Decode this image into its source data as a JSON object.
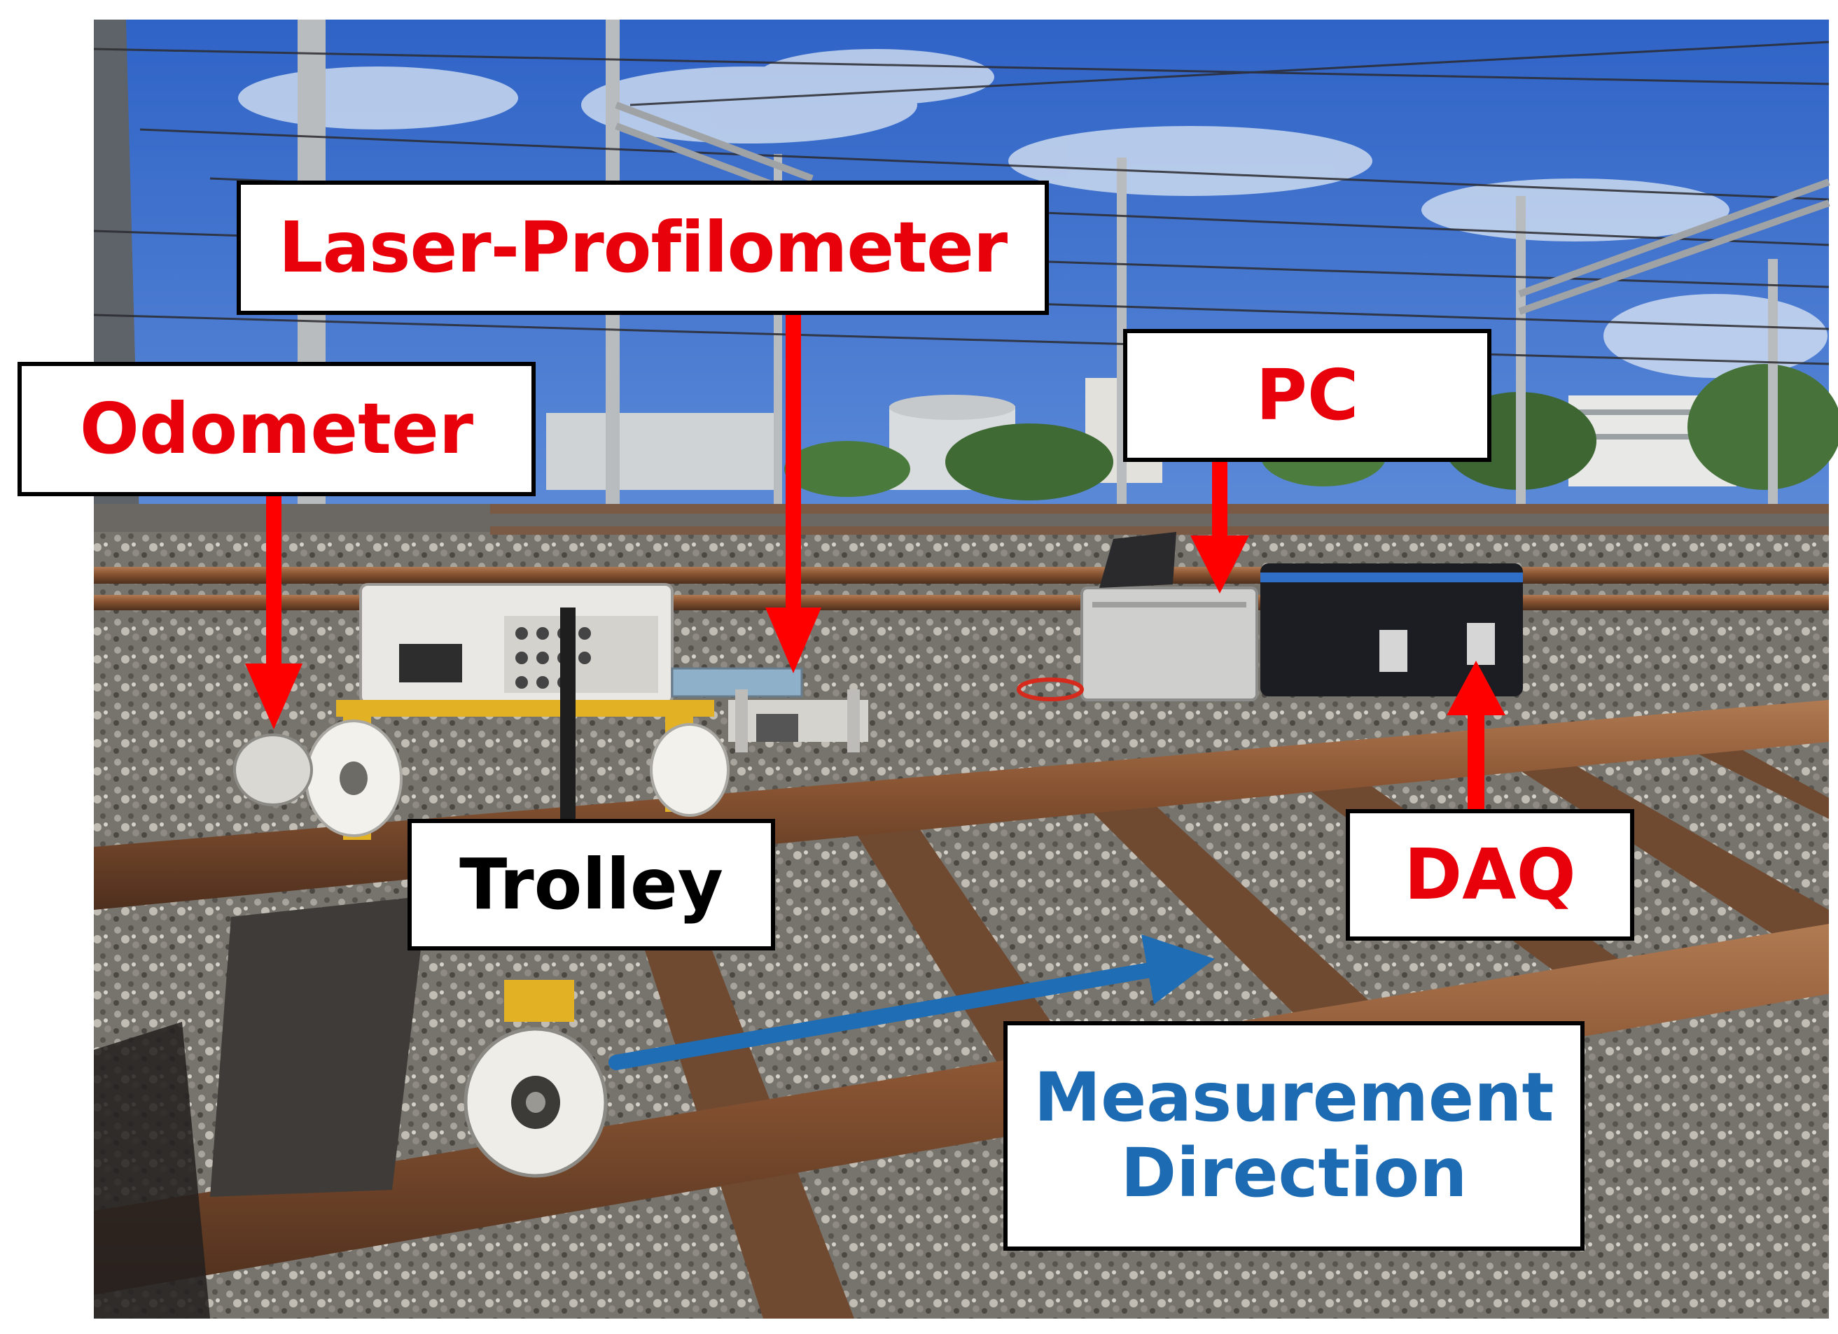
{
  "colors": {
    "label_red": "#e8000b",
    "label_blue": "#1d6cb3",
    "arrow_red": "#ff0000",
    "arrow_blue": "#1f6db4"
  },
  "labels": {
    "laser_profilometer": "Laser-Profilometer",
    "odometer": "Odometer",
    "pc": "PC",
    "trolley": "Trolley",
    "daq": "DAQ",
    "measurement_line1": "Measurement",
    "measurement_line2": "Direction"
  }
}
